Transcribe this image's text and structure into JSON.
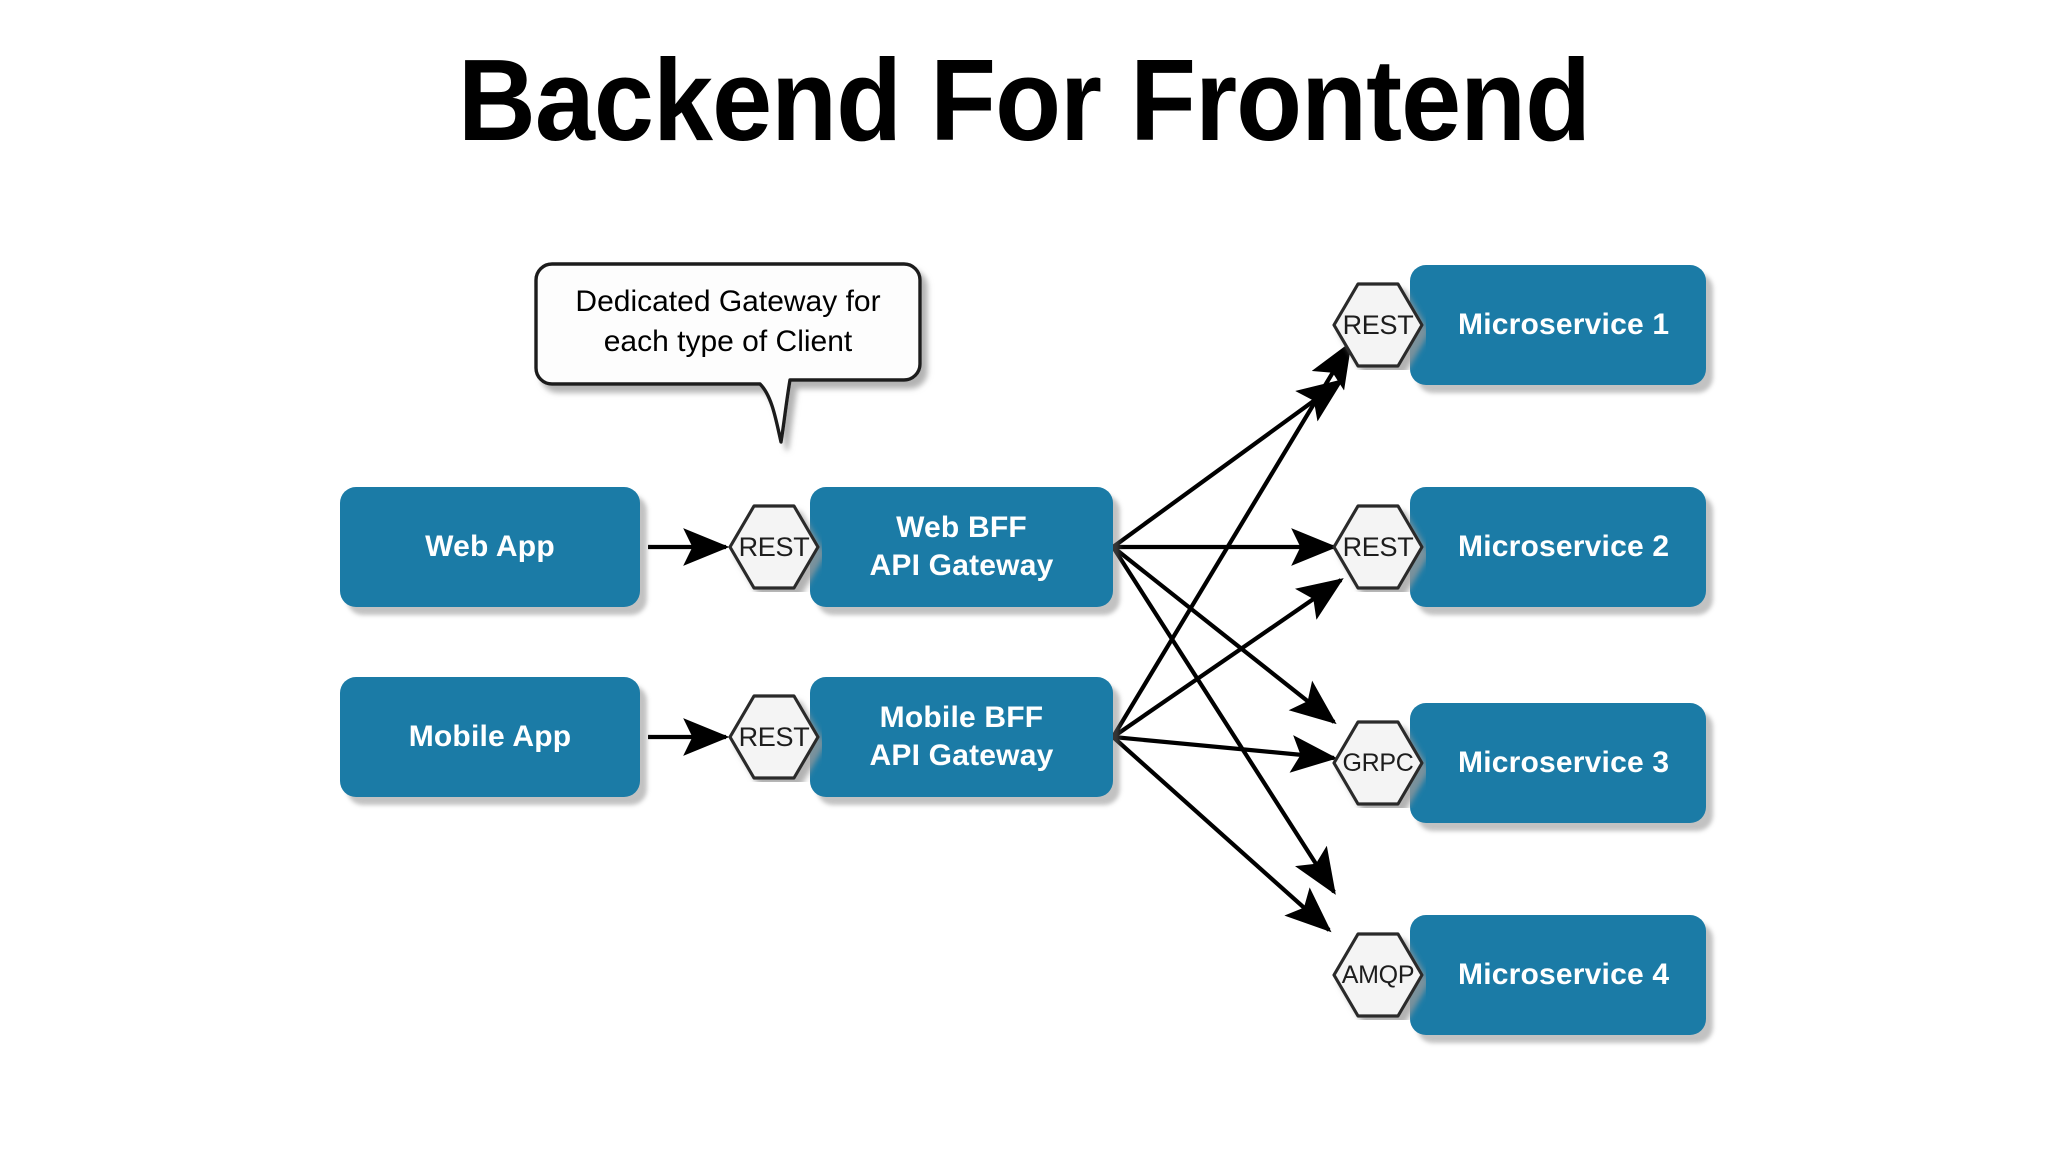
{
  "title": "Backend For Frontend",
  "callout": {
    "name": "dedicated-gateway-callout",
    "line1": "Dedicated Gateway for",
    "line2": "each type of Client"
  },
  "colors": {
    "node_blue": "#1b7ba6",
    "hexagon_fill": "#f4f4f4",
    "hexagon_stroke": "#2b2b2b",
    "text_white": "#ffffff",
    "arrow": "#000000",
    "background": "#ffffff",
    "shadow": "#b8b8b8"
  },
  "clients": [
    {
      "id": "web-app",
      "label": "Web App",
      "protocol": "REST"
    },
    {
      "id": "mobile-app",
      "label": "Mobile App",
      "protocol": "REST"
    }
  ],
  "gateways": [
    {
      "id": "web-bff",
      "line1": "Web BFF",
      "line2": "API Gateway",
      "inbound_protocol": "REST"
    },
    {
      "id": "mobile-bff",
      "line1": "Mobile BFF",
      "line2": "API Gateway",
      "inbound_protocol": "REST"
    }
  ],
  "microservices": [
    {
      "id": "microservice-1",
      "label": "Microservice 1",
      "protocol": "REST"
    },
    {
      "id": "microservice-2",
      "label": "Microservice 2",
      "protocol": "REST"
    },
    {
      "id": "microservice-3",
      "label": "Microservice 3",
      "protocol": "GRPC"
    },
    {
      "id": "microservice-4",
      "label": "Microservice 4",
      "protocol": "AMQP"
    }
  ],
  "connections": [
    {
      "from": "web-app",
      "to": "web-bff",
      "protocol": "REST"
    },
    {
      "from": "mobile-app",
      "to": "mobile-bff",
      "protocol": "REST"
    },
    {
      "from": "web-bff",
      "to": "microservice-1",
      "protocol": "REST"
    },
    {
      "from": "web-bff",
      "to": "microservice-2",
      "protocol": "REST"
    },
    {
      "from": "web-bff",
      "to": "microservice-3",
      "protocol": "GRPC"
    },
    {
      "from": "web-bff",
      "to": "microservice-4",
      "protocol": "AMQP"
    },
    {
      "from": "mobile-bff",
      "to": "microservice-1",
      "protocol": "REST"
    },
    {
      "from": "mobile-bff",
      "to": "microservice-2",
      "protocol": "REST"
    },
    {
      "from": "mobile-bff",
      "to": "microservice-3",
      "protocol": "GRPC"
    },
    {
      "from": "mobile-bff",
      "to": "microservice-4",
      "protocol": "AMQP"
    }
  ]
}
